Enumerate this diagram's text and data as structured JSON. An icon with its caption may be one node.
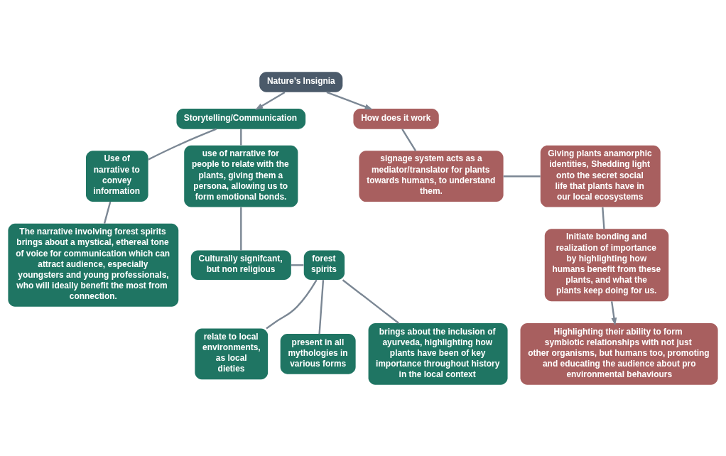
{
  "diagram": {
    "nodes": [
      {
        "text": [
          "Storytelling/Communication"
        ]
      },
      {
        "text": [
          "Nature’s Insignia"
        ]
      },
      {
        "text": [
          "How does it work"
        ]
      },
      {
        "text": [
          "signage system acts as a mediator/translator for plants towards humans, to understand them."
        ]
      },
      {
        "text": [
          "Giving plants anamorphic identities, Shedding light onto the secret social life that plants have in our local ecosystems"
        ]
      },
      {
        "text": [
          "Use of narrative to convey information"
        ]
      },
      {
        "text": [
          "use of narrative for people to relate with the plants, giving them a persona, allowing us to form emotional bonds."
        ]
      },
      {
        "text": [
          "relate to local environments, as local dieties"
        ]
      },
      {
        "text": [
          "Initiate bonding and realization of importance by highlighting how humans benefit from these plants, and what the plants keep doing for us."
        ]
      },
      {
        "text": [
          "Culturally signifcant, but non religious"
        ]
      },
      {
        "text": [
          "forest spirits"
        ]
      },
      {
        "text": [
          "present in all mythologies in various forms"
        ]
      },
      {
        "text": [
          "The narrative involving forest spirits brings about a mystical, ethereal tone of voice for communication which can attract audience, especially youngsters and young professionals, who will ideally benefit the most from connection."
        ]
      },
      {
        "text": [
          "brings about the inclusion of ayurveda, highlighting how plants have been of key importance throughout history in the local context"
        ]
      },
      {
        "text": [
          "Highlighting their ability to form symbiotic relationships with not just other organisms, but humans too, promoting and educating the audience about pro environmental behaviours"
        ]
      }
    ],
    "edges": [
      {
        "from": 1,
        "to": 0,
        "arrow": "to"
      },
      {
        "from": 1,
        "to": 2,
        "arrow": "to"
      },
      {
        "from": 0,
        "to": 5,
        "arrow": "none"
      },
      {
        "from": 0,
        "to": 6,
        "arrow": "none"
      },
      {
        "from": 2,
        "to": 3,
        "arrow": "none"
      },
      {
        "from": 3,
        "to": 4,
        "arrow": "none"
      },
      {
        "from": 4,
        "to": 8,
        "arrow": "none"
      },
      {
        "from": 5,
        "to": 12,
        "arrow": "none"
      },
      {
        "from": 6,
        "to": 9,
        "arrow": "none"
      },
      {
        "from": 9,
        "to": 10,
        "arrow": "none"
      },
      {
        "from": 10,
        "to": 7,
        "arrow": "none"
      },
      {
        "from": 10,
        "to": 11,
        "arrow": "none"
      },
      {
        "from": 10,
        "to": 13,
        "arrow": "none"
      },
      {
        "from": 8,
        "to": 14,
        "arrow": "to"
      }
    ]
  }
}
